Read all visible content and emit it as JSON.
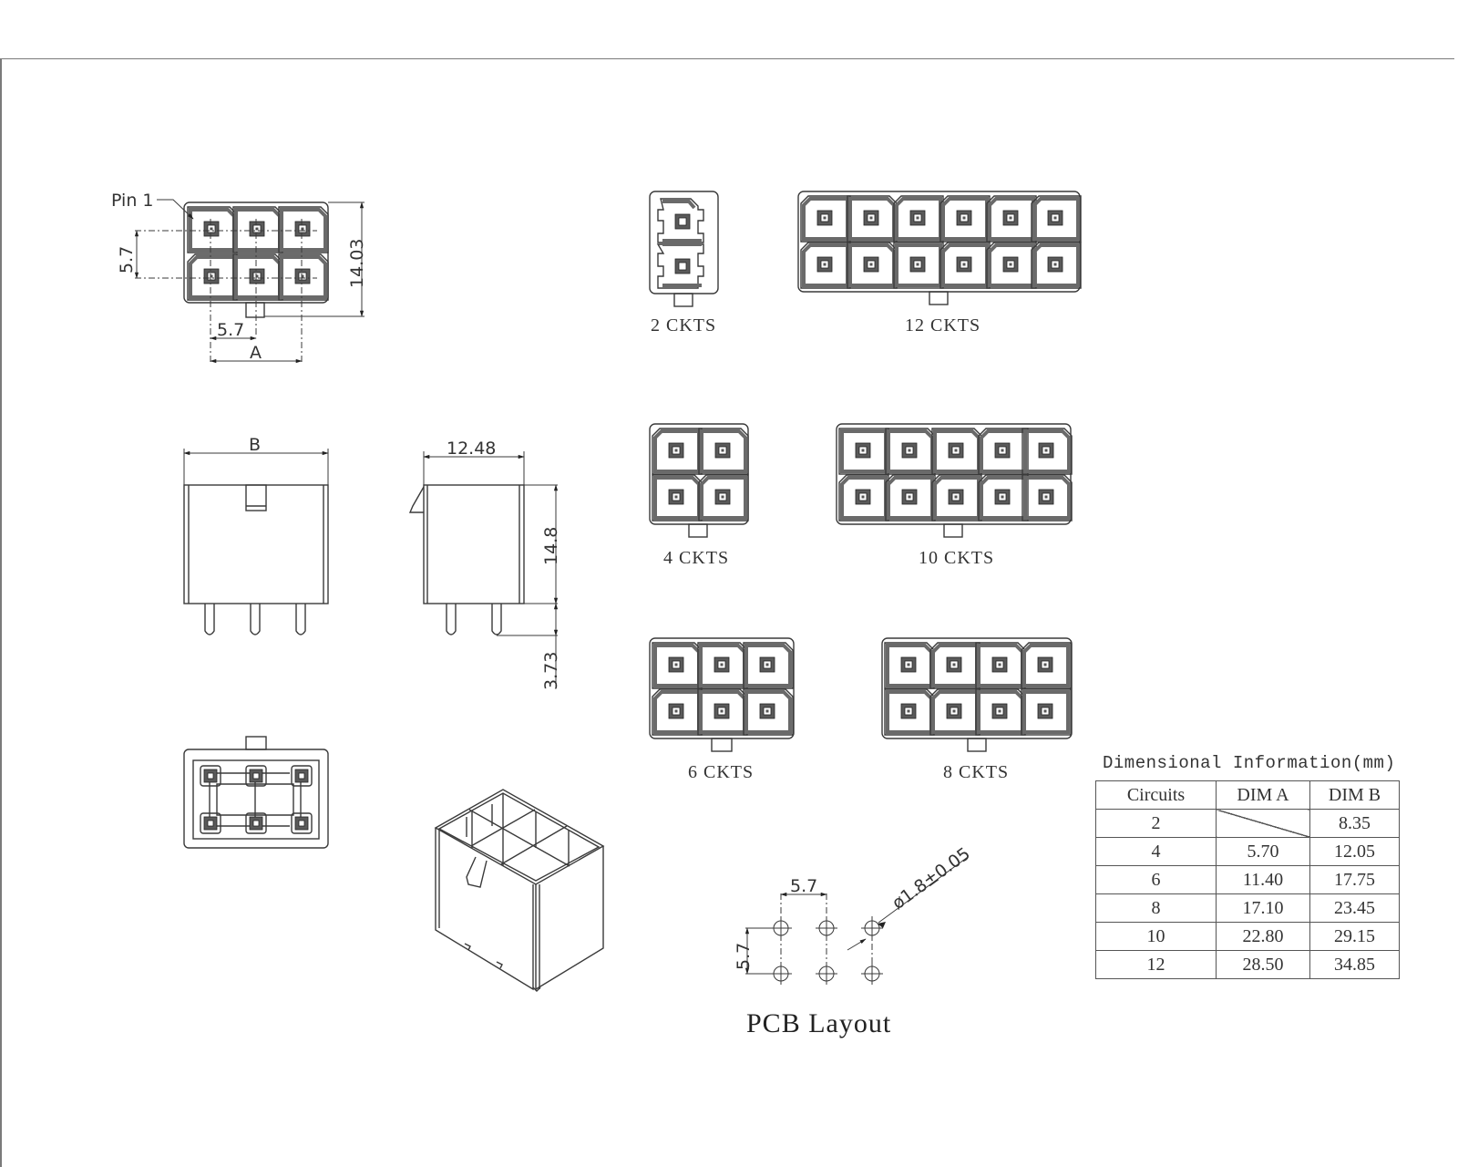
{
  "drawing": {
    "frame_color": "#7a7a7a",
    "line_color": "#3a3a3a",
    "background": "#ffffff"
  },
  "top_view": {
    "pin1_label": "Pin 1",
    "dim_row_pitch": "5.7",
    "dim_height": "14.03",
    "dim_col_pitch": "5.7",
    "dim_a_label": "A"
  },
  "front_view": {
    "dim_b_label": "B"
  },
  "side_view": {
    "dim_depth": "12.48",
    "dim_body_height": "14.8",
    "dim_pin_length": "3.73"
  },
  "variants": [
    {
      "label": "2 CKTS",
      "circuits": 2
    },
    {
      "label": "12 CKTS",
      "circuits": 12
    },
    {
      "label": "4 CKTS",
      "circuits": 4
    },
    {
      "label": "10 CKTS",
      "circuits": 10
    },
    {
      "label": "6 CKTS",
      "circuits": 6
    },
    {
      "label": "8 CKTS",
      "circuits": 8
    }
  ],
  "pcb_layout": {
    "title": "PCB Layout",
    "dim_col_pitch": "5.7",
    "dim_row_pitch": "5.7",
    "hole_diameter": "ø1.8±0.05"
  },
  "dimension_table": {
    "caption": "Dimensional Information(mm)",
    "headers": [
      "Circuits",
      "DIM A",
      "DIM B"
    ],
    "rows": [
      {
        "circuits": "2",
        "dim_a": "",
        "dim_b": "8.35"
      },
      {
        "circuits": "4",
        "dim_a": "5.70",
        "dim_b": "12.05"
      },
      {
        "circuits": "6",
        "dim_a": "11.40",
        "dim_b": "17.75"
      },
      {
        "circuits": "8",
        "dim_a": "17.10",
        "dim_b": "23.45"
      },
      {
        "circuits": "10",
        "dim_a": "22.80",
        "dim_b": "29.15"
      },
      {
        "circuits": "12",
        "dim_a": "28.50",
        "dim_b": "34.85"
      }
    ]
  }
}
